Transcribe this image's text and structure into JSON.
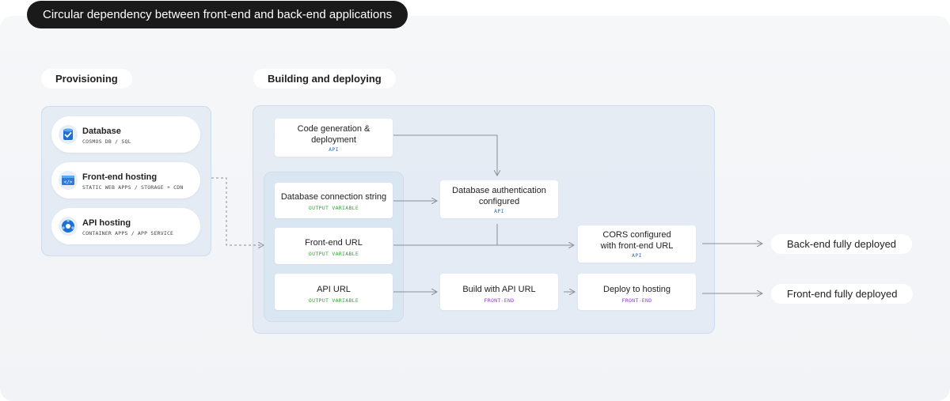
{
  "title": "Circular dependency between front-end and back-end applications",
  "sections": {
    "provisioning": "Provisioning",
    "building": "Building and deploying"
  },
  "services": [
    {
      "name": "Database",
      "sub": "COSMOS DB / SQL",
      "icon": "database-icon"
    },
    {
      "name": "Front-end hosting",
      "sub": "STATIC WEB APPS / STORAGE + CDN",
      "icon": "web-hosting-icon"
    },
    {
      "name": "API hosting",
      "sub": "CONTAINER APPS / APP SERVICE",
      "icon": "api-hosting-icon"
    }
  ],
  "steps": {
    "codegen": {
      "label1": "Code generation &",
      "label2": "deployment",
      "tag": "API"
    },
    "dbconn": {
      "label": "Database connection string",
      "tag": "OUTPUT VARIABLE"
    },
    "feurl": {
      "label": "Front-end URL",
      "tag": "OUTPUT VARIABLE"
    },
    "apiurl": {
      "label": "API URL",
      "tag": "OUTPUT VARIABLE"
    },
    "dbauth": {
      "label1": "Database authentication",
      "label2": "configured",
      "tag": "API"
    },
    "cors": {
      "label1": "CORS configured",
      "label2": "with front-end URL",
      "tag": "API"
    },
    "build": {
      "label": "Build with API URL",
      "tag": "FRONT-END"
    },
    "deploy": {
      "label": "Deploy to hosting",
      "tag": "FRONT-END"
    }
  },
  "outcomes": {
    "backend": "Back-end fully deployed",
    "frontend": "Front-end fully deployed"
  },
  "colors": {
    "output_tag": "#3aa03a",
    "api_tag": "#2f6fc0",
    "frontend_tag": "#8a3ec6",
    "arrow": "#8a8f96"
  }
}
